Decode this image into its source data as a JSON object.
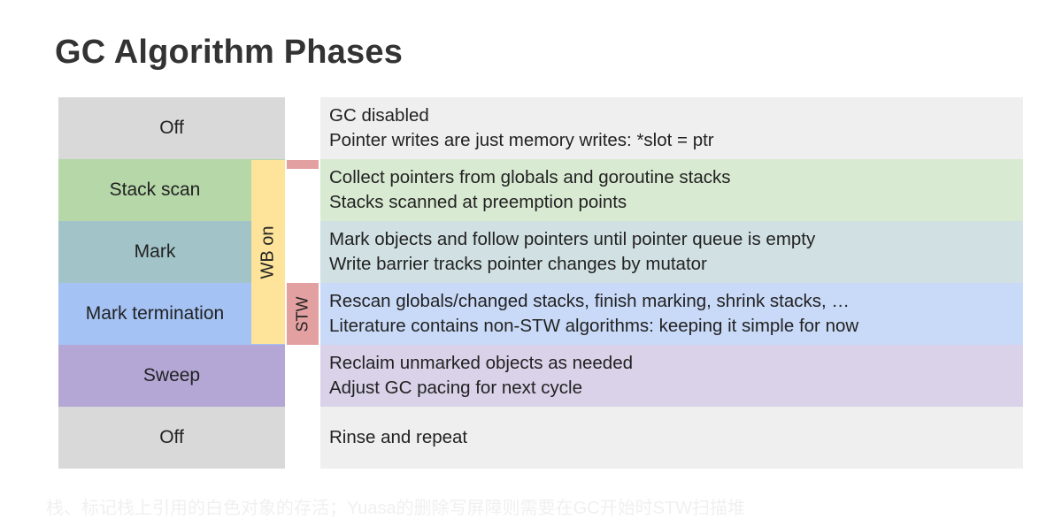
{
  "title": "GC Algorithm Phases",
  "phases": [
    {
      "label": "Off",
      "color": "#d9d9d9",
      "lines": [
        "GC disabled",
        "Pointer writes are just memory writes: *slot = ptr"
      ],
      "desc_color": "#efefef"
    },
    {
      "label": "Stack scan",
      "color": "#b6d7a8",
      "lines": [
        "Collect pointers from globals and goroutine stacks",
        "Stacks scanned at preemption points"
      ],
      "desc_color": "#d9ead3"
    },
    {
      "label": "Mark",
      "color": "#a2c4c9",
      "lines": [
        "Mark objects and follow pointers until pointer queue is empty",
        "Write barrier tracks pointer changes by mutator"
      ],
      "desc_color": "#d0e0e3"
    },
    {
      "label": "Mark termination",
      "color": "#a4c2f4",
      "lines": [
        "Rescan globals/changed stacks, finish marking, shrink stacks, …",
        "Literature contains non-STW algorithms: keeping it simple for now"
      ],
      "desc_color": "#c9daf8"
    },
    {
      "label": "Sweep",
      "color": "#b4a7d6",
      "lines": [
        "Reclaim unmarked objects as needed",
        "Adjust GC pacing for next cycle"
      ],
      "desc_color": "#d9d2e9"
    },
    {
      "label": "Off",
      "color": "#d9d9d9",
      "lines": [
        "Rinse and repeat"
      ],
      "desc_color": "#efefef"
    }
  ],
  "wb_label": "WB on",
  "stw_label": "STW",
  "watermark": "栈、标记栈上引用的白色对象的存活；Yuasa的删除写屏障则需要在GC开始时STW扫描堆"
}
